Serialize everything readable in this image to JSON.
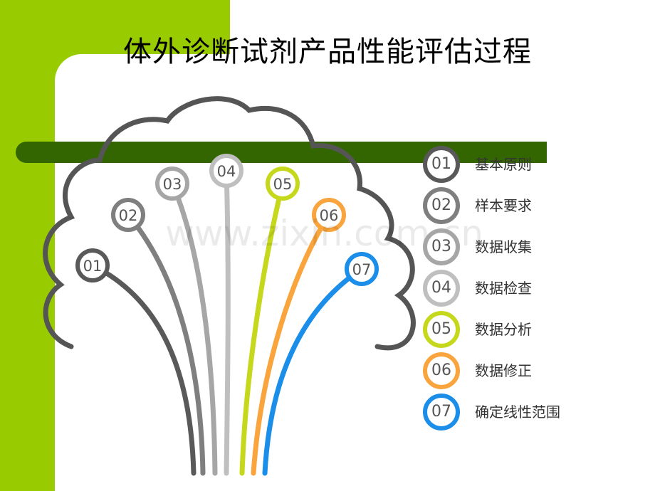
{
  "title": "体外诊断试剂产品性能评估过程",
  "watermark": "www.zixin.com.cn",
  "colors": {
    "side_green": "#99cc00",
    "bar_green": "#336600",
    "cloud_outline": "#555555"
  },
  "steps": [
    {
      "num": "01",
      "label": "基本原则",
      "color": "#595959"
    },
    {
      "num": "02",
      "label": "样本要求",
      "color": "#7f7f7f"
    },
    {
      "num": "03",
      "label": "数据收集",
      "color": "#a6a6a6"
    },
    {
      "num": "04",
      "label": "数据检查",
      "color": "#bfbfbf"
    },
    {
      "num": "05",
      "label": "数据分析",
      "color": "#c5d81c"
    },
    {
      "num": "06",
      "label": "数据修正",
      "color": "#f9a43c"
    },
    {
      "num": "07",
      "label": "确定线性范围",
      "color": "#1a8ee8"
    }
  ]
}
